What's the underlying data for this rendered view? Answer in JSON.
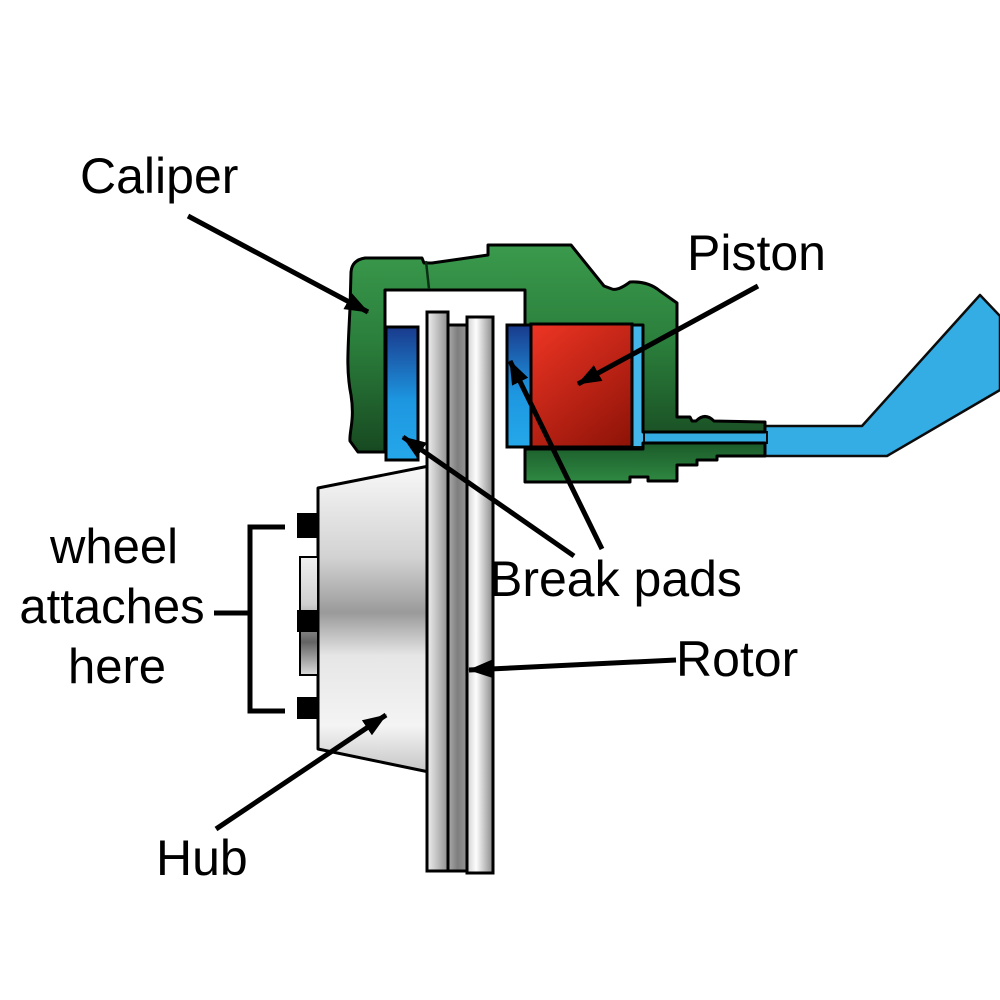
{
  "diagram": {
    "type": "labeled-technical-diagram",
    "subject": "disc brake assembly cross-section",
    "labels": {
      "caliper": "Caliper",
      "piston": "Piston",
      "break_pads": "Break pads",
      "rotor": "Rotor",
      "hub": "Hub",
      "wheel_note": {
        "line1": "wheel",
        "line2": "attaches",
        "line3": "here"
      }
    },
    "colors": {
      "caliper_green": "#2E8540",
      "piston_red": "#D62A1B",
      "brake_pad_top_blue": "#1A3A8C",
      "brake_pad_bottom_blue": "#25A8EA",
      "brake_fluid_cyan": "#33ADE4",
      "rotor_gray": "#9E9E9E",
      "hub_silver": "#D6D6D6",
      "outline_black": "#000000",
      "background": "#FFFFFF"
    }
  }
}
